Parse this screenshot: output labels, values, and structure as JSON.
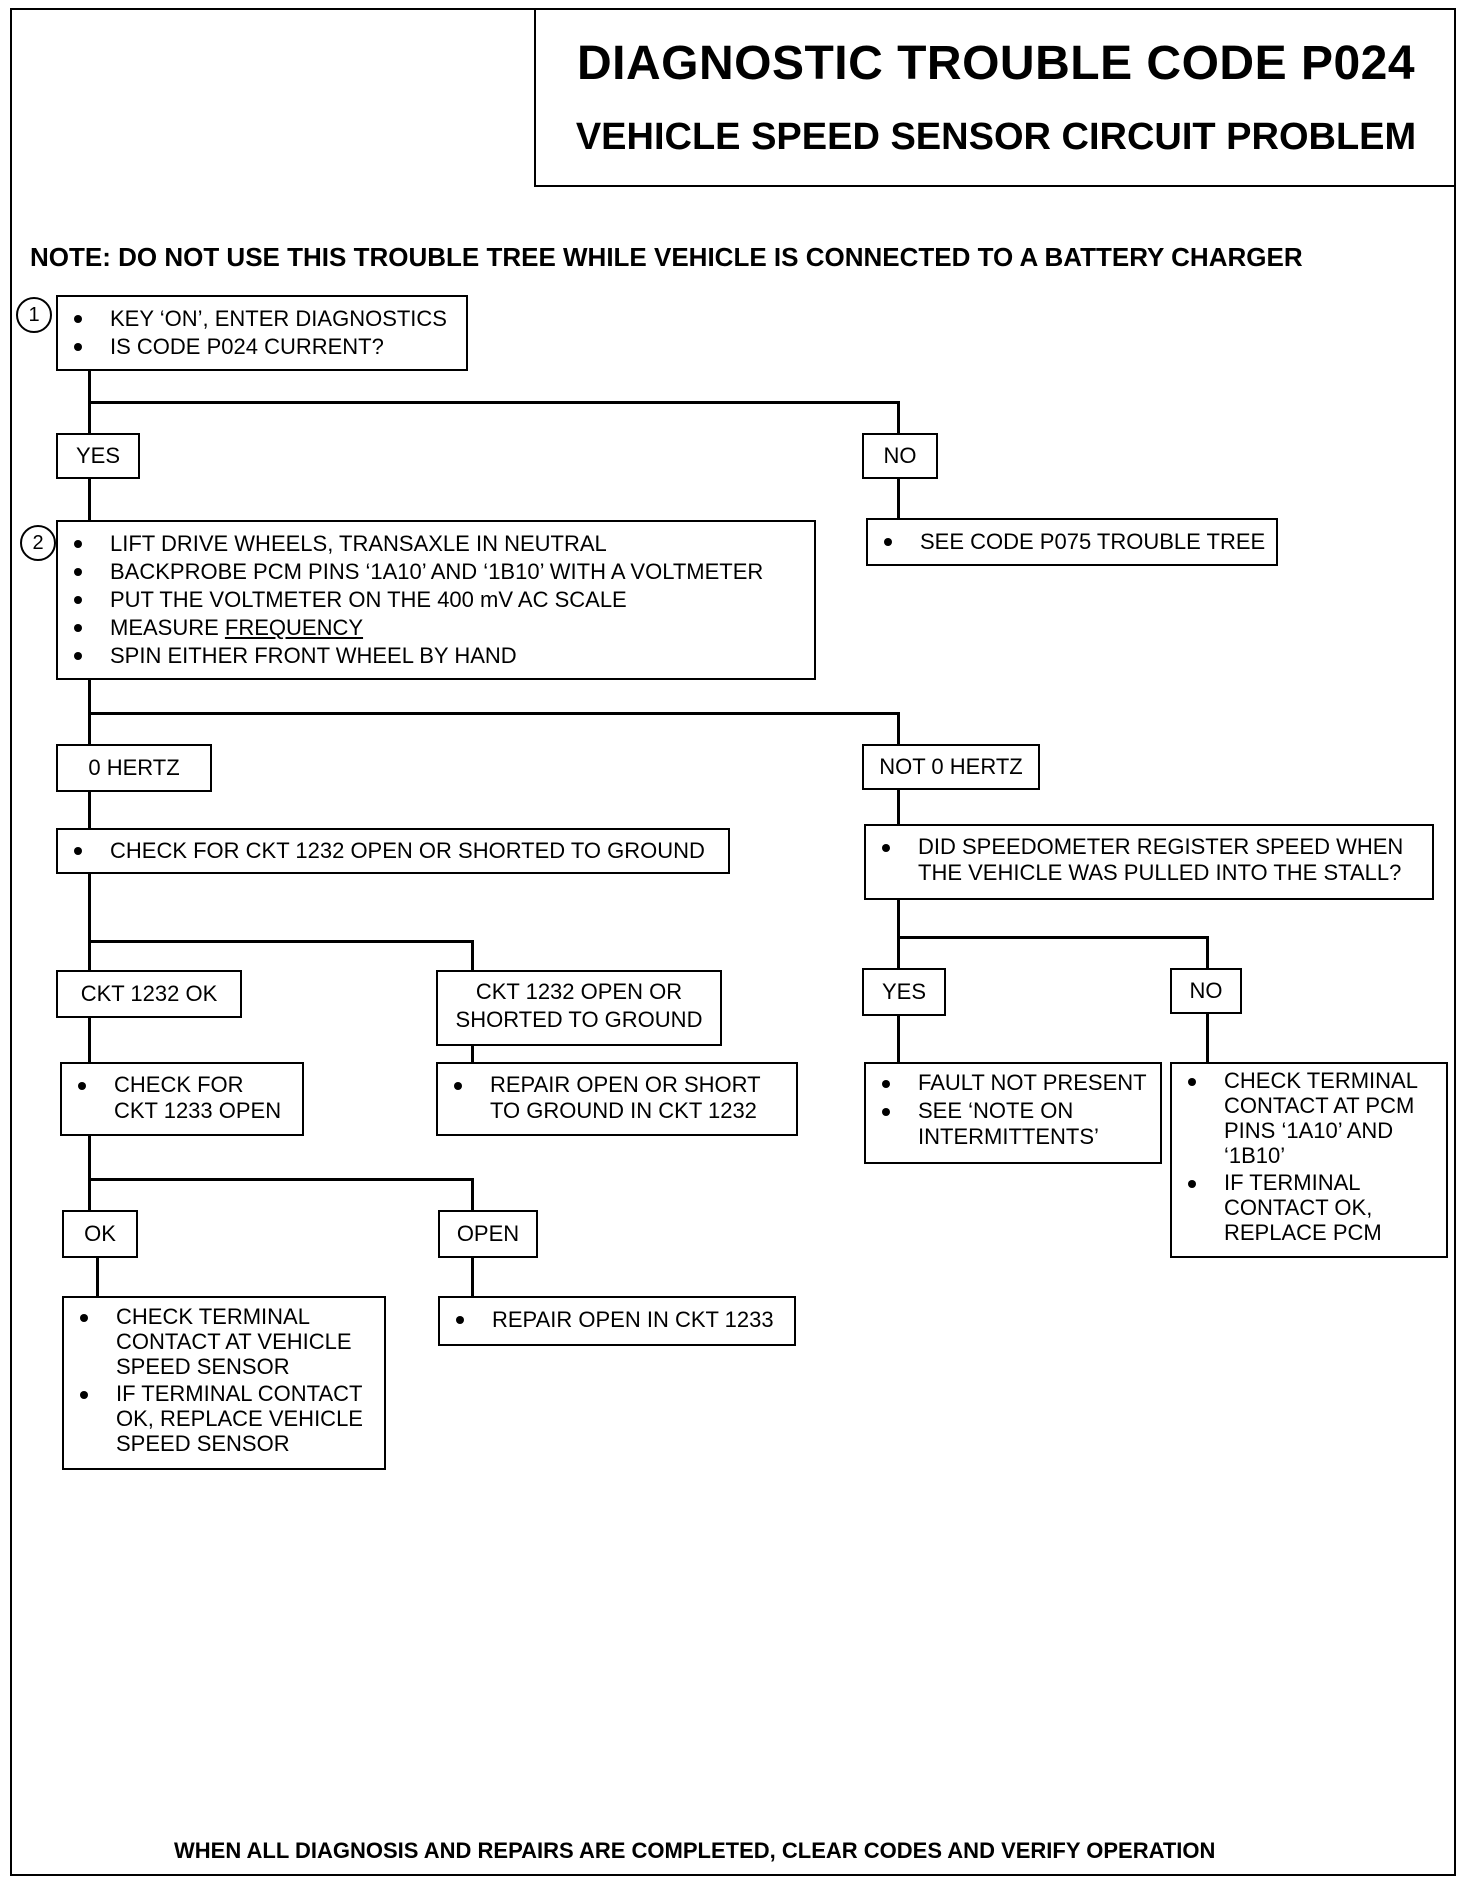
{
  "title": "DIAGNOSTIC TROUBLE CODE P024",
  "subtitle": "VEHICLE SPEED SENSOR CIRCUIT PROBLEM",
  "note": "NOTE:  DO NOT USE THIS TROUBLE TREE WHILE VEHICLE IS CONNECTED TO A BATTERY CHARGER",
  "steps": {
    "step1": {
      "number": "1",
      "items": [
        "KEY ‘ON’, ENTER DIAGNOSTICS",
        "IS CODE P024 CURRENT?"
      ]
    },
    "step2": {
      "number": "2",
      "items": [
        "LIFT DRIVE WHEELS, TRANSAXLE IN NEUTRAL",
        "BACKPROBE PCM PINS ‘1A10’ AND ‘1B10’ WITH A VOLTMETER",
        "PUT THE VOLTMETER ON THE 400 mV AC SCALE",
        "MEASURE ",
        "SPIN EITHER FRONT WHEEL BY HAND"
      ],
      "measure_emphasis": "FREQUENCY"
    }
  },
  "labels": {
    "yes1": "YES",
    "no1": "NO",
    "zero_hertz": "0 HERTZ",
    "not_zero_hertz": "NOT 0 HERTZ",
    "ckt1232_ok": "CKT 1232 OK",
    "ckt1232_open_line1": "CKT 1232 OPEN OR",
    "ckt1232_open_line2": "SHORTED TO GROUND",
    "yes2": "YES",
    "no2": "NO",
    "ok": "OK",
    "open": "OPEN"
  },
  "actions": {
    "see_p075": "SEE CODE P075 TROUBLE TREE",
    "check_ckt1232": "CHECK FOR CKT 1232 OPEN OR SHORTED TO GROUND",
    "speedo_line1": "DID SPEEDOMETER REGISTER SPEED WHEN",
    "speedo_line2": "THE VEHICLE WAS PULLED INTO THE STALL?",
    "check_ckt1233_line1": "CHECK FOR",
    "check_ckt1233_line2": "CKT 1233 OPEN",
    "repair_1232_line1": "REPAIR OPEN OR SHORT",
    "repair_1232_line2": "TO GROUND IN CKT 1232",
    "fault_not_present": "FAULT NOT PRESENT",
    "see_note_line1": "SEE ‘NOTE ON",
    "see_note_line2": "INTERMITTENTS’",
    "pcm_check_line1": "CHECK TERMINAL",
    "pcm_check_line2": "CONTACT AT PCM",
    "pcm_check_line3": "PINS ‘1A10’ AND",
    "pcm_check_line4": "‘1B10’",
    "pcm_replace_line1": "IF TERMINAL",
    "pcm_replace_line2": "CONTACT OK,",
    "pcm_replace_line3": "REPLACE PCM",
    "vss_check_line1": "CHECK TERMINAL",
    "vss_check_line2": "CONTACT AT VEHICLE",
    "vss_check_line3": "SPEED SENSOR",
    "vss_replace_line1": "IF TERMINAL CONTACT",
    "vss_replace_line2": "OK, REPLACE VEHICLE",
    "vss_replace_line3": "SPEED SENSOR",
    "repair_1233": "REPAIR OPEN IN CKT 1233"
  },
  "footer": "WHEN ALL DIAGNOSIS AND REPAIRS ARE COMPLETED, CLEAR CODES AND VERIFY OPERATION"
}
